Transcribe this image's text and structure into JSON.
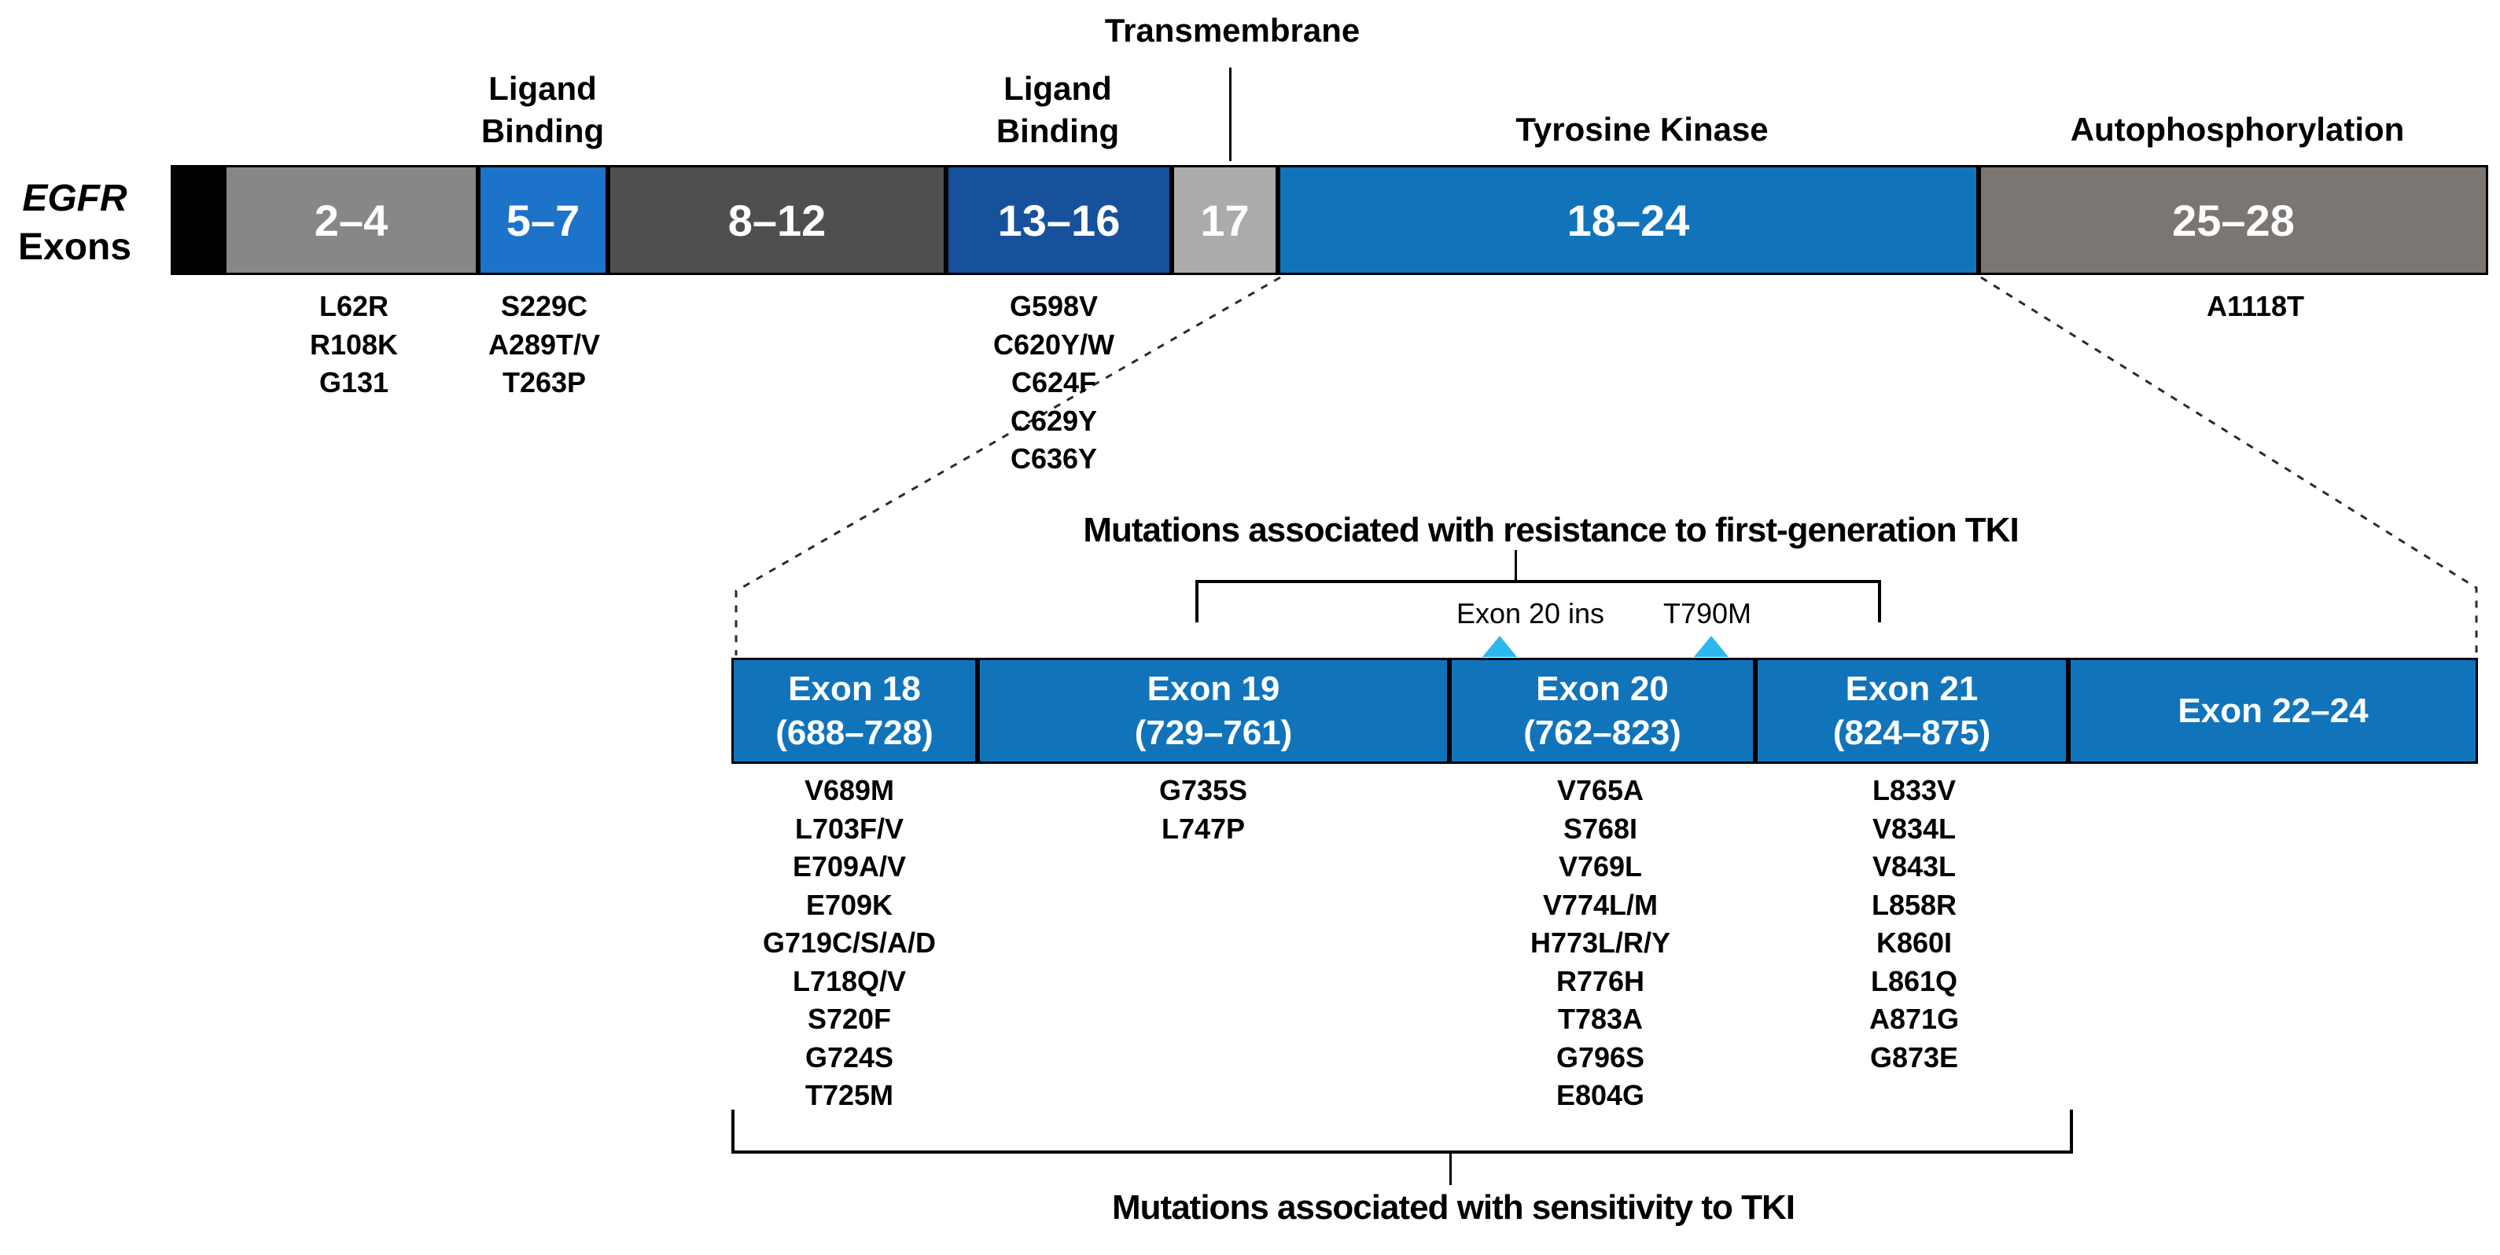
{
  "gene": {
    "name": "EGFR",
    "sub": "Exons"
  },
  "domains": {
    "ligand_binding_1": {
      "line1": "Ligand",
      "line2": "Binding"
    },
    "ligand_binding_2": {
      "line1": "Ligand",
      "line2": "Binding"
    },
    "transmembrane": "Transmembrane",
    "tyrosine_kinase": "Tyrosine Kinase",
    "autophosphorylation": "Autophosphorylation"
  },
  "colors": {
    "segment_black": "#000000",
    "segment_gray_mid": "#878787",
    "segment_blue_bright": "#1d73c9",
    "segment_gray_dark": "#4f4f4f",
    "segment_navy": "#17519c",
    "segment_gray_light": "#ababab",
    "segment_blue": "#1174bb",
    "segment_gray_warm": "#7b7672",
    "marker_triangle": "#2db8ec",
    "text_on_segment": "#ffffff"
  },
  "top_bar_segments": [
    {
      "label": ""
    },
    {
      "label": "2–4"
    },
    {
      "label": "5–7"
    },
    {
      "label": "8–12"
    },
    {
      "label": "13–16"
    },
    {
      "label": "17"
    },
    {
      "label": "18–24"
    },
    {
      "label": "25–28"
    }
  ],
  "top_mutations": {
    "exons_2_4": [
      "L62R",
      "R108K",
      "G131"
    ],
    "exons_5_7": [
      "S229C",
      "A289T/V",
      "T263P"
    ],
    "exons_13_16": [
      "G598V",
      "C620Y/W",
      "C624F",
      "C629Y",
      "C636Y"
    ],
    "exons_25_28": [
      "A1118T"
    ]
  },
  "resistance_bracket": {
    "title": "Mutations associated with resistance to first-generation TKI",
    "marker_labels": [
      "Exon 20 ins",
      "T790M"
    ]
  },
  "lower_bar_segments": [
    {
      "line1": "Exon 18",
      "line2": "(688–728)"
    },
    {
      "line1": "Exon 19",
      "line2": "(729–761)"
    },
    {
      "line1": "Exon 20",
      "line2": "(762–823)"
    },
    {
      "line1": "Exon 21",
      "line2": "(824–875)"
    },
    {
      "line1": "Exon 22–24",
      "line2": ""
    }
  ],
  "lower_mutations": {
    "exon18": [
      "V689M",
      "L703F/V",
      "E709A/V",
      "E709K",
      "G719C/S/A/D",
      "L718Q/V",
      "S720F",
      "G724S",
      "T725M"
    ],
    "exon19": [
      "G735S",
      "L747P"
    ],
    "exon20": [
      "V765A",
      "S768I",
      "V769L",
      "V774L/M",
      "H773L/R/Y",
      "R776H",
      "T783A",
      "G796S",
      "E804G"
    ],
    "exon21": [
      "L833V",
      "V834L",
      "V843L",
      "L858R",
      "K860I",
      "L861Q",
      "A871G",
      "G873E"
    ]
  },
  "sensitivity_bracket": {
    "title": "Mutations associated with sensitivity to TKI"
  }
}
